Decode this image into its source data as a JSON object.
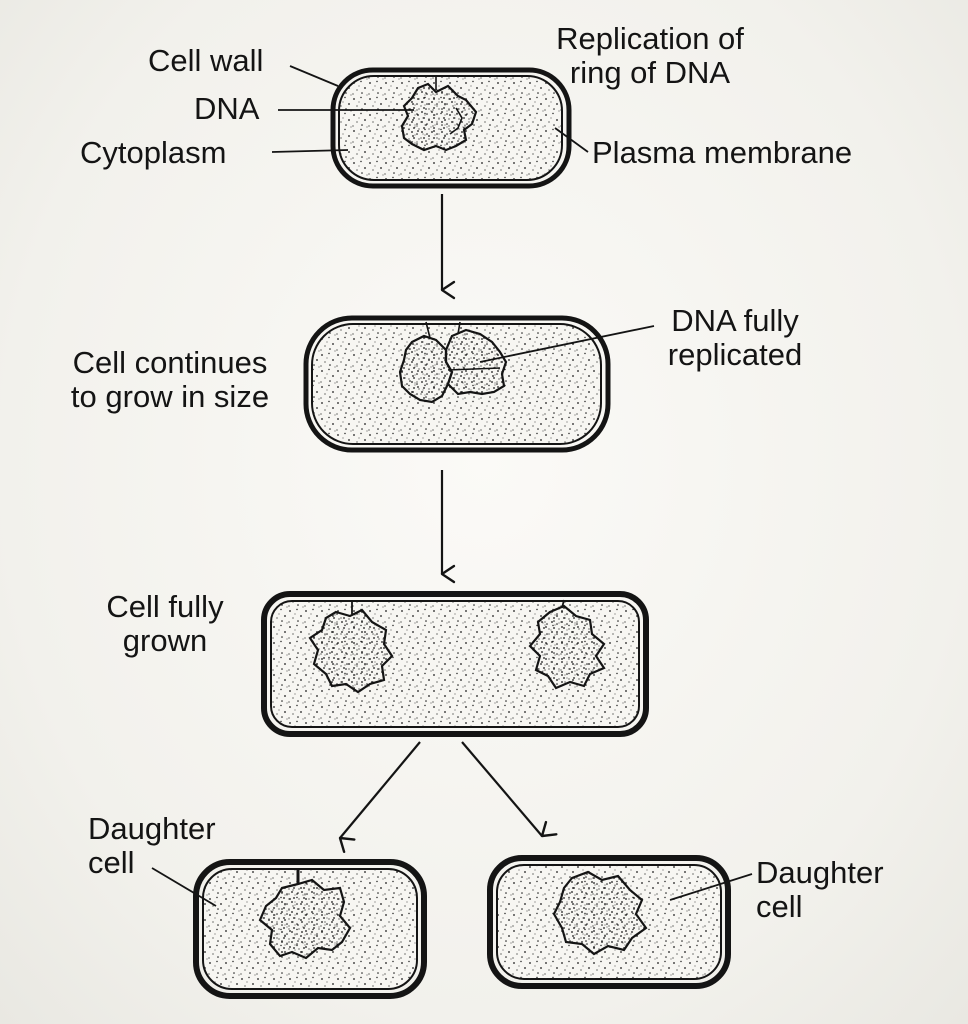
{
  "labels": {
    "cell_wall": "Cell wall",
    "dna": "DNA",
    "cytoplasm": "Cytoplasm",
    "replication_of_ring_line1": "Replication of",
    "replication_of_ring_line2": "ring of DNA",
    "plasma_membrane": "Plasma membrane",
    "cell_continues_line1": "Cell continues",
    "cell_continues_line2": "to grow in size",
    "dna_fully_line1": "DNA fully",
    "dna_fully_line2": "replicated",
    "cell_fully_line1": "Cell fully",
    "cell_fully_line2": "grown",
    "daughter_left_line1": "Daughter",
    "daughter_left_line2": "cell",
    "daughter_right_line1": "Daughter",
    "daughter_right_line2": "cell"
  },
  "colors": {
    "ink": "#141414",
    "paper": "#f4f3ef"
  }
}
